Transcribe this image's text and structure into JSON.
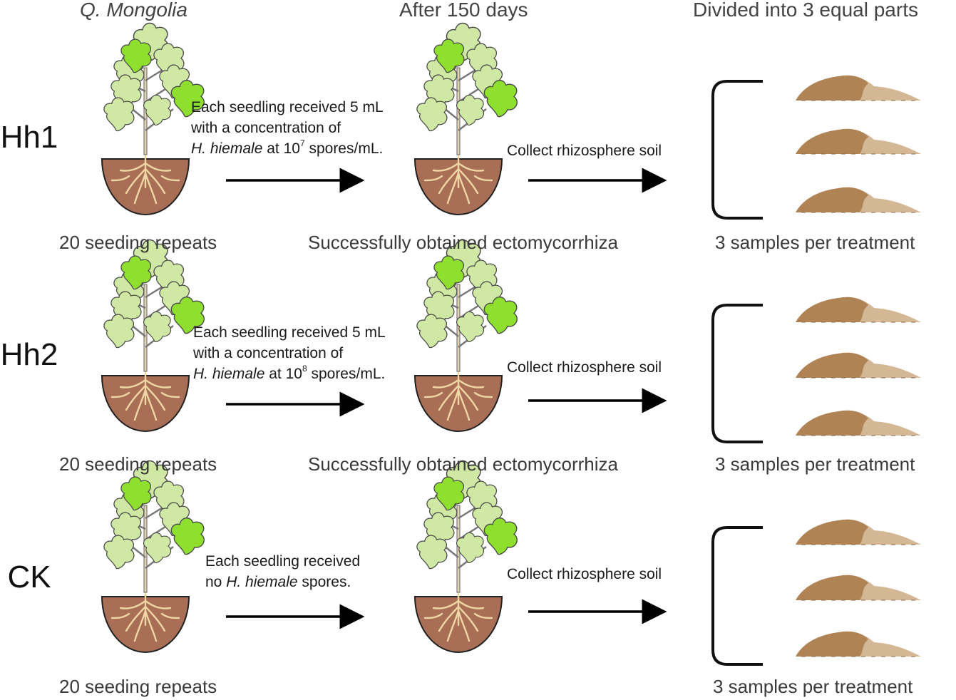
{
  "headers": {
    "species": "Q. Mongolia",
    "time": "After 150 days",
    "divide": "Divided into 3 equal parts"
  },
  "rows": [
    {
      "label": "Hh1",
      "desc": {
        "line1": "Each seedling  received 5 mL",
        "line2": "with a concentration of",
        "line3_species": "H. hiemale",
        "line3_mid": " at 10",
        "line3_exp": "7",
        "line3_end": " spores/mL."
      },
      "action": "Collect rhizosphere soil",
      "caption_left": "20 seeding repeats",
      "caption_mid": "Successfully obtained ectomycorrhiza",
      "caption_right": "3 samples per treatment"
    },
    {
      "label": "Hh2",
      "desc": {
        "line1": "Each seedling  received 5 mL",
        "line2": "with a concentration of",
        "line3_species": "H. hiemale",
        "line3_mid": " at 10",
        "line3_exp": "8",
        "line3_end": " spores/mL."
      },
      "action": "Collect rhizosphere soil",
      "caption_left": "20 seeding repeats",
      "caption_mid": "Successfully obtained ectomycorrhiza",
      "caption_right": "3 samples per treatment"
    },
    {
      "label": "CK",
      "desc": {
        "line1": "Each seedling received",
        "line2_pre": "no ",
        "line2_species": "H. hiemale",
        "line2_end": " spores."
      },
      "action": "Collect rhizosphere soil",
      "caption_left": "20 seeding repeats",
      "caption_mid": "",
      "caption_right": "3 samples per treatment"
    }
  ],
  "colors": {
    "leaf": "#cfe9a4",
    "leaf_bright": "#8fe02e",
    "soil": "#a86f56",
    "root": "#efd6a4",
    "pile_dark": "#b08355",
    "pile_light": "#d4b896",
    "arrow": "#000000"
  }
}
